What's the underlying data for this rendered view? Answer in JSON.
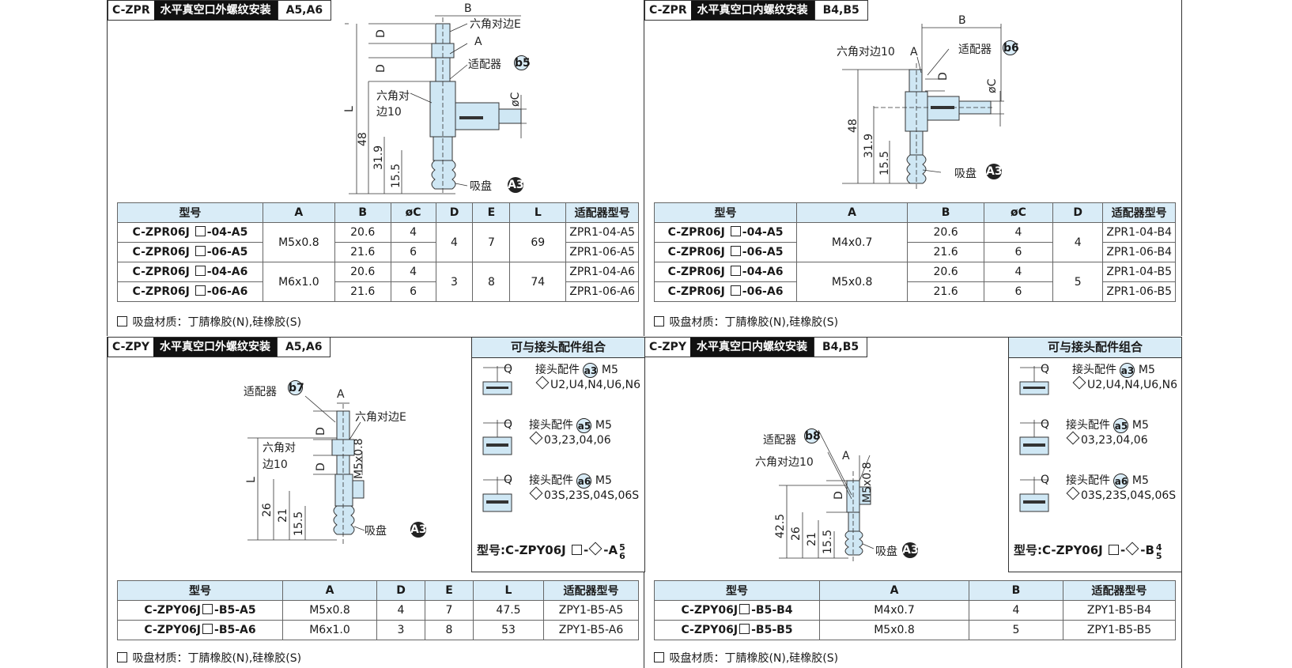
{
  "panels": {
    "tl": {
      "code": "C-ZPR",
      "title": "水平真空口外螺纹安装",
      "models": "A5,A6",
      "labels": {
        "b": "B",
        "hex_e": "六角对边E",
        "a": "A",
        "adapter": "适配器",
        "adapter_badge": "b5",
        "hex10a": "六角对",
        "hex10b": "边10",
        "oc": "øC",
        "d1": "D",
        "d2": "D",
        "l": "L",
        "v48": "48",
        "v319": "31.9",
        "v155": "15.5",
        "pad": "吸盘",
        "pad_badge": "A3"
      },
      "headers": [
        "型号",
        "A",
        "B",
        "øC",
        "D",
        "E",
        "L",
        "适配器型号"
      ],
      "rows": [
        {
          "model_pre": "C-ZPR06J",
          "model_post": "-04-A5",
          "a": "M5x0.8",
          "b": "20.6",
          "c": "4",
          "d": "4",
          "e": "7",
          "l": "69",
          "adapter": "ZPR1-04-A5"
        },
        {
          "model_pre": "C-ZPR06J",
          "model_post": "-06-A5",
          "b": "21.6",
          "c": "6",
          "adapter": "ZPR1-06-A5"
        },
        {
          "model_pre": "C-ZPR06J",
          "model_post": "-04-A6",
          "a": "M6x1.0",
          "b": "20.6",
          "c": "4",
          "d": "3",
          "e": "8",
          "l": "74",
          "adapter": "ZPR1-04-A6"
        },
        {
          "model_pre": "C-ZPR06J",
          "model_post": "-06-A6",
          "b": "21.6",
          "c": "6",
          "adapter": "ZPR1-06-A6"
        }
      ],
      "note": "吸盘材质：丁腈橡胶(N),硅橡胶(S)"
    },
    "tr": {
      "code": "C-ZPR",
      "title": "水平真空口内螺纹安装",
      "models": "B4,B5",
      "labels": {
        "b": "B",
        "hex10": "六角对边10",
        "a": "A",
        "adapter": "适配器",
        "adapter_badge": "b6",
        "d": "D",
        "oc": "øC",
        "v48": "48",
        "v319": "31.9",
        "v155": "15.5",
        "pad": "吸盘",
        "pad_badge": "A3"
      },
      "headers": [
        "型号",
        "A",
        "B",
        "øC",
        "D",
        "适配器型号"
      ],
      "rows": [
        {
          "model_pre": "C-ZPR06J",
          "model_post": "-04-A5",
          "a": "M4x0.7",
          "b": "20.6",
          "c": "4",
          "d": "4",
          "adapter": "ZPR1-04-B4"
        },
        {
          "model_pre": "C-ZPR06J",
          "model_post": "-06-A5",
          "b": "21.6",
          "c": "6",
          "adapter": "ZPR1-06-B4"
        },
        {
          "model_pre": "C-ZPR06J",
          "model_post": "-04-A6",
          "a": "M5x0.8",
          "b": "20.6",
          "c": "4",
          "d": "5",
          "adapter": "ZPR1-04-B5"
        },
        {
          "model_pre": "C-ZPR06J",
          "model_post": "-06-A6",
          "b": "21.6",
          "c": "6",
          "adapter": "ZPR1-06-B5"
        }
      ],
      "note": "吸盘材质：丁腈橡胶(N),硅橡胶(S)"
    },
    "bl": {
      "code": "C-ZPY",
      "title": "水平真空口外螺纹安装",
      "models": "A5,A6",
      "labels": {
        "adapter": "适配器",
        "adapter_badge": "b7",
        "a": "A",
        "hex_e": "六角对边E",
        "hex10a": "六角对",
        "hex10b": "边10",
        "d1": "D",
        "d2": "D",
        "m5": "M5x0.8",
        "l": "L",
        "v26": "26",
        "v21": "21",
        "v155": "15.5",
        "pad": "吸盘",
        "pad_badge": "A3"
      },
      "combo": {
        "title": "可与接头配件组合",
        "items": [
          {
            "q": "Q",
            "label": "接头配件",
            "badge": "a3",
            "thread": "M5",
            "sizes": "U2,U4,N4,U6,N6"
          },
          {
            "q": "Q",
            "label": "接头配件",
            "badge": "a5",
            "thread": "M5",
            "sizes": "03,23,04,06"
          },
          {
            "q": "Q",
            "label": "接头配件",
            "badge": "a6",
            "thread": "M5",
            "sizes": "03S,23S,04S,06S"
          }
        ],
        "formula_pre": "型号:C-ZPY06J",
        "formula_mid": "-",
        "formula_post": "-A",
        "sup": "5",
        "sub": "6"
      },
      "headers": [
        "型号",
        "A",
        "D",
        "E",
        "L",
        "适配器型号"
      ],
      "rows": [
        {
          "model_pre": "C-ZPY06J",
          "model_post": "-B5-A5",
          "a": "M5x0.8",
          "d": "4",
          "e": "7",
          "l": "47.5",
          "adapter": "ZPY1-B5-A5"
        },
        {
          "model_pre": "C-ZPY06J",
          "model_post": "-B5-A6",
          "a": "M6x1.0",
          "d": "3",
          "e": "8",
          "l": "53",
          "adapter": "ZPY1-B5-A6"
        }
      ],
      "note": "吸盘材质：丁腈橡胶(N),硅橡胶(S)"
    },
    "br": {
      "code": "C-ZPY",
      "title": "水平真空口内螺纹安装",
      "models": "B4,B5",
      "labels": {
        "adapter": "适配器",
        "adapter_badge": "b8",
        "a": "A",
        "hex10": "六角对边10",
        "d": "D",
        "m5": "M5x0.8",
        "v425": "42.5",
        "v26": "26",
        "v21": "21",
        "v155": "15.5",
        "pad": "吸盘",
        "pad_badge": "A3"
      },
      "combo": {
        "title": "可与接头配件组合",
        "items": [
          {
            "q": "Q",
            "label": "接头配件",
            "badge": "a3",
            "thread": "M5",
            "sizes": "U2,U4,N4,U6,N6"
          },
          {
            "q": "Q",
            "label": "接头配件",
            "badge": "a5",
            "thread": "M5",
            "sizes": "03,23,04,06"
          },
          {
            "q": "Q",
            "label": "接头配件",
            "badge": "a6",
            "thread": "M5",
            "sizes": "03S,23S,04S,06S"
          }
        ],
        "formula_pre": "型号:C-ZPY06J",
        "formula_mid": "-",
        "formula_post": "-B",
        "sup": "4",
        "sub": "5"
      },
      "headers": [
        "型号",
        "A",
        "B",
        "适配器型号"
      ],
      "rows": [
        {
          "model_pre": "C-ZPY06J",
          "model_post": "-B5-B4",
          "a": "M4x0.7",
          "b": "4",
          "adapter": "ZPY1-B5-B4"
        },
        {
          "model_pre": "C-ZPY06J",
          "model_post": "-B5-B5",
          "a": "M5x0.8",
          "b": "5",
          "adapter": "ZPY1-B5-B5"
        }
      ],
      "note": "吸盘材质：丁腈橡胶(N),硅橡胶(S)"
    }
  }
}
